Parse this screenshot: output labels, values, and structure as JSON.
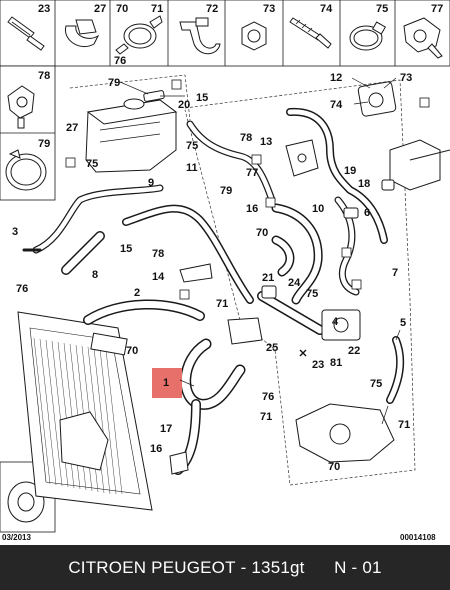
{
  "parts_row": {
    "items": [
      {
        "number": "23",
        "icon": "bolt-icon"
      },
      {
        "number": "27",
        "icon": "clip-icon"
      },
      {
        "number": "70",
        "icon": "hose-clamp-icon"
      },
      {
        "number": "71",
        "icon": "clamp-icon"
      },
      {
        "number": "76",
        "icon": "spring-clamp-icon"
      },
      {
        "number": "72",
        "icon": "bracket-clip-icon"
      },
      {
        "number": "73",
        "icon": "nut-icon"
      },
      {
        "number": "74",
        "icon": "screw-icon"
      },
      {
        "number": "75",
        "icon": "band-clamp-icon"
      },
      {
        "number": "77",
        "icon": "quick-connector-icon"
      }
    ]
  },
  "side_parts": [
    {
      "number": "78",
      "icon": "connector-icon"
    },
    {
      "number": "79",
      "icon": "clamp-ring-icon"
    }
  ],
  "callouts": [
    "79",
    "20",
    "15",
    "75",
    "78",
    "13",
    "11",
    "77",
    "27",
    "75",
    "9",
    "79",
    "70",
    "16",
    "12",
    "73",
    "74",
    "19",
    "18",
    "6",
    "10",
    "3",
    "15",
    "8",
    "78",
    "14",
    "21",
    "24",
    "7",
    "76",
    "2",
    "71",
    "75",
    "4",
    "1",
    "70",
    "25",
    "23",
    "81",
    "22",
    "5",
    "75",
    "76",
    "71",
    "17",
    "16",
    "71",
    "70"
  ],
  "highlighted_part": {
    "number": "1",
    "color": "#e8706a"
  },
  "washer_part": {
    "number": "81",
    "icon": "washer-icon"
  },
  "date_code": "03/2013",
  "diagram_ref": "00014108",
  "footer": {
    "brand": "CITROEN PEUGEOT",
    "separator": " - ",
    "part_number": "1351gt",
    "position": "N - 01"
  }
}
